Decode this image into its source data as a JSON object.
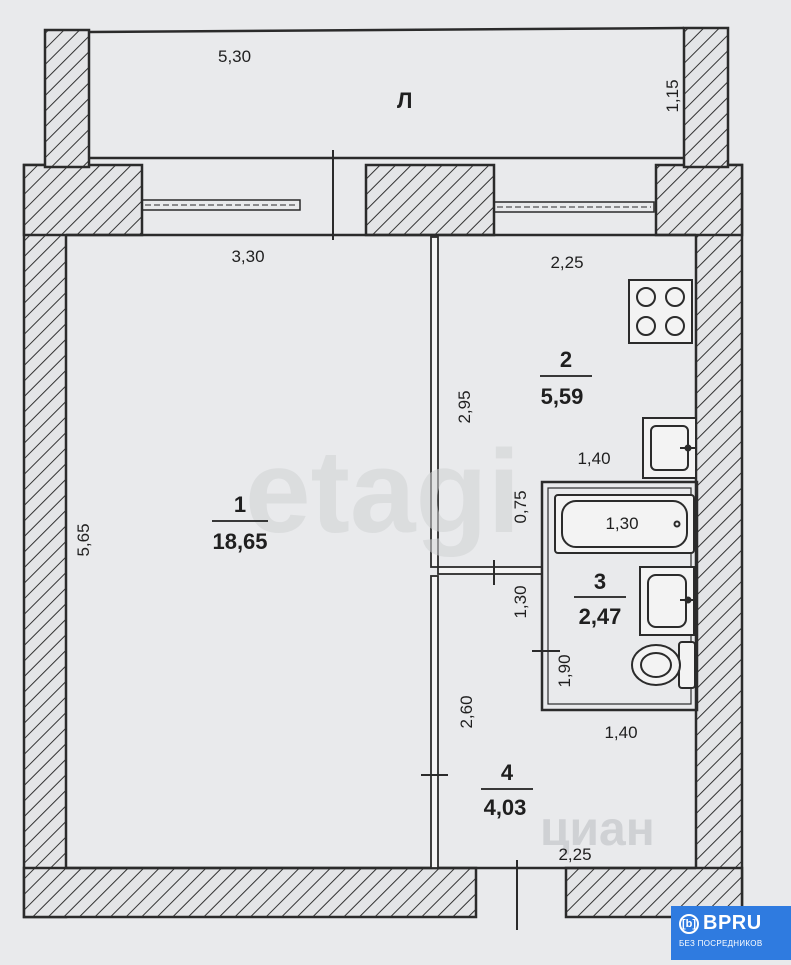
{
  "plan": {
    "balcony": {
      "label": "Л",
      "width": "5,30",
      "depth": "1,15"
    },
    "rooms": [
      {
        "number": "1",
        "area": "18,65"
      },
      {
        "number": "2",
        "area": "5,59"
      },
      {
        "number": "3",
        "area": "2,47"
      },
      {
        "number": "4",
        "area": "4,03"
      }
    ],
    "dims": {
      "room1_width": "3,30",
      "room1_height": "5,65",
      "room2_width": "2,25",
      "room2_height": "2,95",
      "sink_gap": "1,40",
      "bath_gap": "0,75",
      "bath_length": "1,30",
      "bath_side": "1,30",
      "wc_height": "1,90",
      "bath_width": "1,40",
      "hall_height": "2,60",
      "hall_width": "2,25"
    }
  },
  "watermarks": {
    "center": "etagi",
    "corner": "циан"
  },
  "badge": {
    "icon": "[b]",
    "name": "BPRU",
    "subtitle": "БЕЗ ПОСРЕДНИКОВ"
  },
  "colors": {
    "paper": "#e9eaec",
    "line": "#2b2b2b",
    "badge": "#2f7be0"
  }
}
